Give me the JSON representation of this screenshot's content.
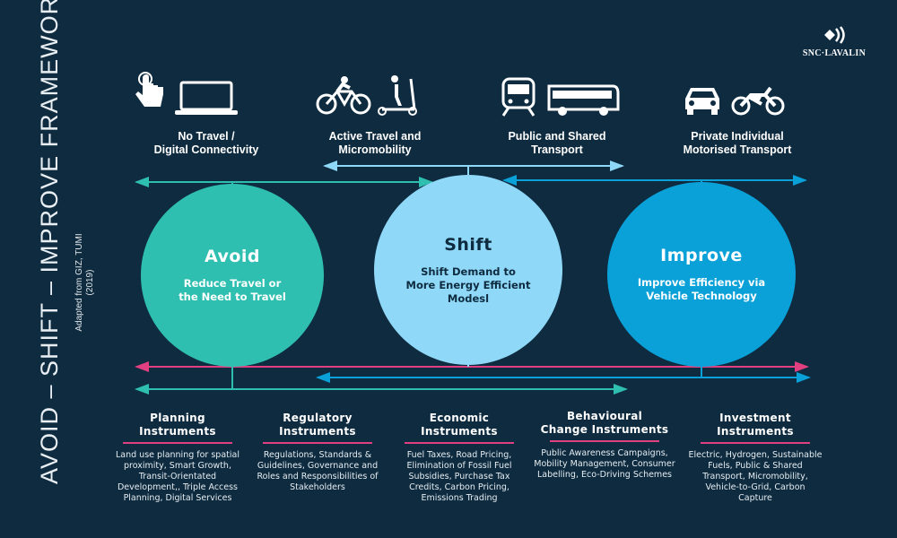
{
  "title": "AVOID – SHIFT – IMPROVE FRAMEWORK",
  "source": "Adapted from GIZ, TUMI (2019)",
  "logo": "SNC·LAVALIN",
  "modes": [
    {
      "label_line1": "No Travel /",
      "label_line2": "Digital Connectivity",
      "icons": [
        "touch-hand-icon",
        "laptop-icon"
      ]
    },
    {
      "label_line1": "Active Travel and",
      "label_line2": "Micromobility",
      "icons": [
        "bicycle-icon",
        "scooter-icon"
      ]
    },
    {
      "label_line1": "Public and Shared",
      "label_line2": "Transport",
      "icons": [
        "train-icon",
        "bus-icon"
      ]
    },
    {
      "label_line1": "Private Individual",
      "label_line2": "Motorised Transport",
      "icons": [
        "car-icon",
        "motorcycle-icon"
      ]
    }
  ],
  "strategies": [
    {
      "title": "Avoid",
      "line1": "Reduce Travel or",
      "line2": "the Need to Travel",
      "line3": "",
      "color": "#2ebfb0"
    },
    {
      "title": "Shift",
      "line1": "Shift Demand to",
      "line2": "More Energy Efficient",
      "line3": "Modesl",
      "color": "#8fd8f7"
    },
    {
      "title": "Improve",
      "line1": "Improve Efficiency via",
      "line2": "Vehicle Technology",
      "line3": "",
      "color": "#0aa1d9"
    }
  ],
  "instruments": [
    {
      "title1": "Planning",
      "title2": "Instruments",
      "body": "Land use planning for spatial proximity, Smart Growth, Transit-Orientated Development,, Triple Access Planning, Digital Services"
    },
    {
      "title1": "Regulatory",
      "title2": "Instruments",
      "body": "Regulations, Standards & Guidelines, Governance and Roles and Responsibilities of Stakeholders"
    },
    {
      "title1": "Economic",
      "title2": "Instruments",
      "body": "Fuel Taxes, Road Pricing, Elimination of Fossil Fuel Subsidies, Purchase Tax Credits, Carbon Pricing, Emissions Trading"
    },
    {
      "title1": "Behavioural",
      "title2": "Change Instruments",
      "body": "Public Awareness Campaigns, Mobility Management, Consumer Labelling, Eco-Driving Schemes"
    },
    {
      "title1": "Investment",
      "title2": "Instruments",
      "body": "Electric, Hydrogen, Sustainable Fuels, Public & Shared Transport, Micromobility, Vehicle-to-Grid, Carbon Capture"
    }
  ],
  "colors": {
    "background": "#0e2b40",
    "pink": "#e0407f",
    "teal": "#2ebfb0",
    "light_blue": "#8fd8f7",
    "blue": "#0aa1d9"
  }
}
